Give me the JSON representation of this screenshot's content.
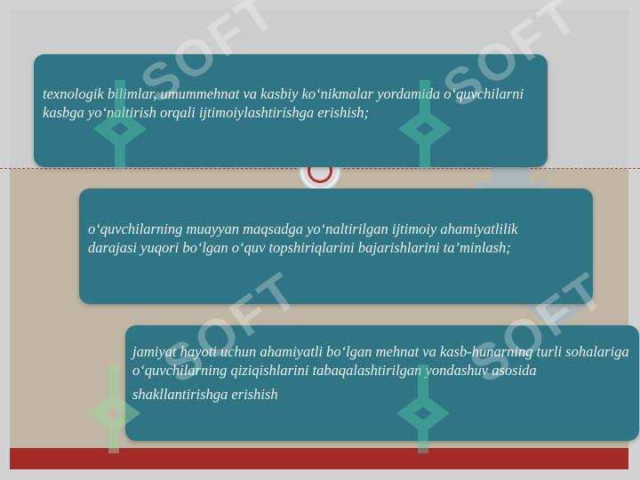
{
  "steps": [
    {
      "text": "texnologik bilimlar, umummehnat va kasbiy koʻnikmalar yordamida oʻquvchilarni kasbga yoʻnaltirish orqali ijtimoiylashtirishga erishish;"
    },
    {
      "text": "oʻquvchilarning muayyan maqsadga yoʻnaltirilgan ijtimoiy ahamiyatlilik darajasi yuqori boʻlgan oʻquv topshiriqlarini bajarishlarini ta’minlash;"
    },
    {
      "paragraphs": [
        "jamiyat hayoti uchun ahamiyatli boʻlgan mehnat va kasb-hunarning turli sohalariga oʻquvchilarning qiziqishlarini tabaqalashtirilgan yondashuv asosida",
        "shakllantirishga erishish"
      ]
    }
  ],
  "watermark": {
    "text": "SOFT"
  },
  "colors": {
    "box": "#2f7584",
    "arrow": "#a9b7bd",
    "accent": "#a22a27"
  }
}
